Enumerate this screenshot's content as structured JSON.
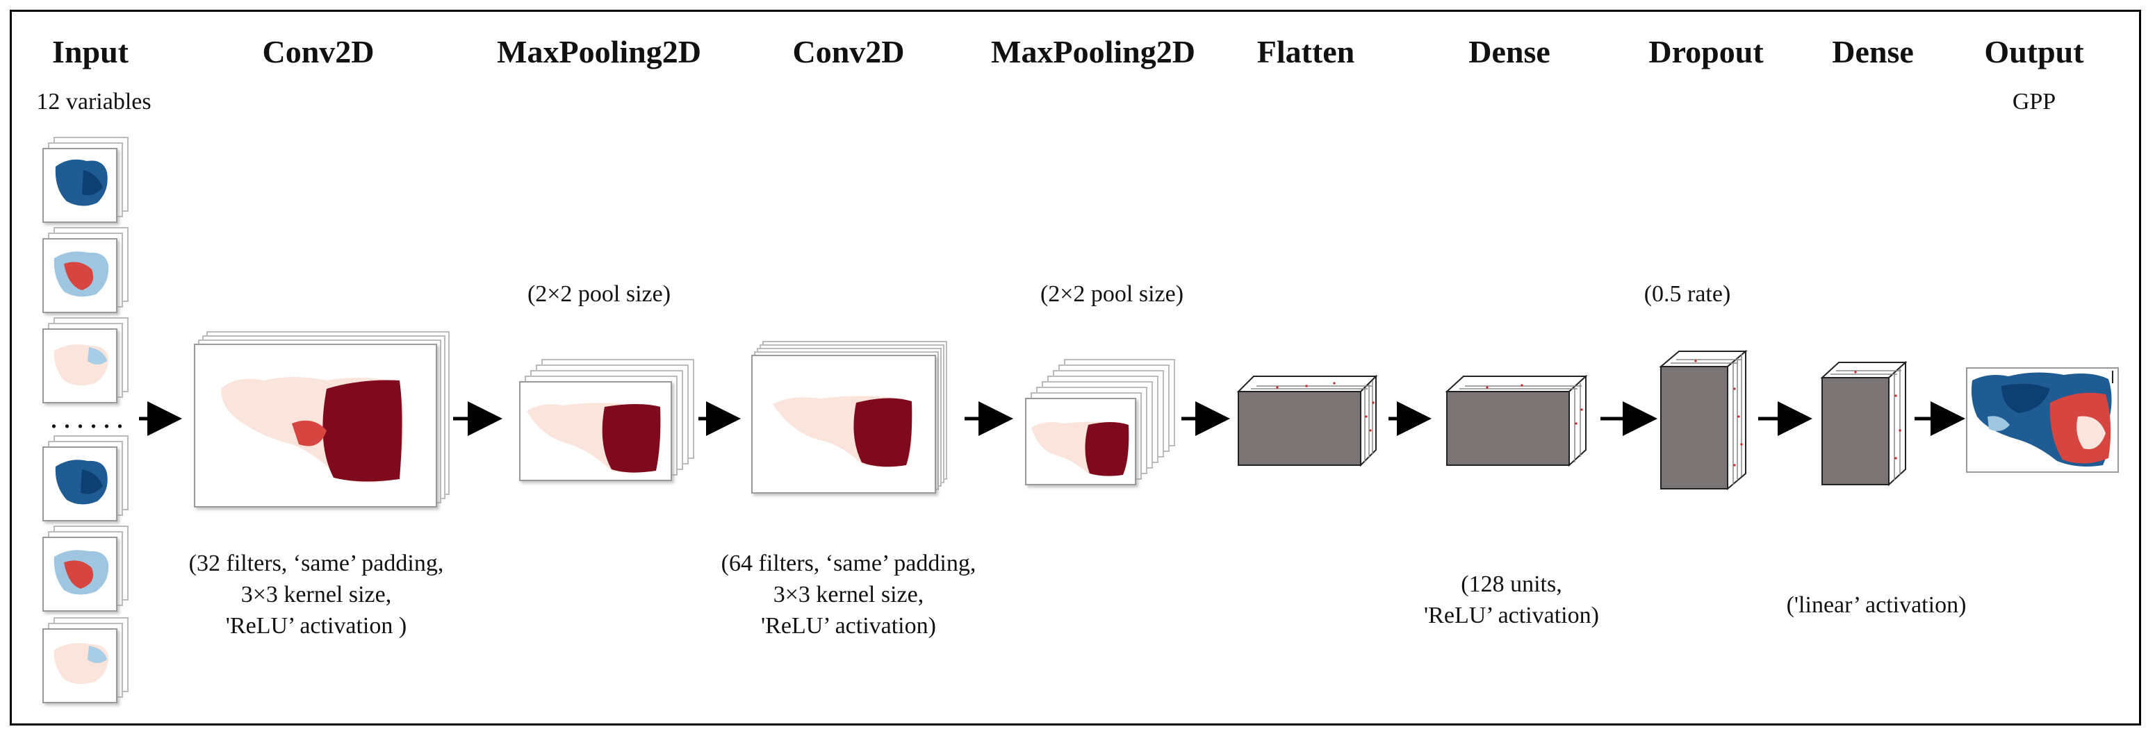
{
  "headers": {
    "input": "Input",
    "conv2d_1": "Conv2D",
    "maxpool_1": "MaxPooling2D",
    "conv2d_2": "Conv2D",
    "maxpool_2": "MaxPooling2D",
    "flatten": "Flatten",
    "dense_1": "Dense",
    "dropout": "Dropout",
    "dense_2": "Dense",
    "output": "Output"
  },
  "input_subtitle": "12 variables",
  "output_subtitle": "GPP",
  "ellipsis": "......",
  "notes": {
    "maxpool_1": "(2×2 pool size)",
    "maxpool_2": "(2×2 pool size)",
    "dropout": "(0.5 rate)",
    "conv2d_1": [
      "(32 filters, ‘same’ padding,",
      "3×3 kernel size,",
      "'ReLU’ activation )"
    ],
    "conv2d_2": [
      "(64 filters, ‘same’ padding,",
      "3×3 kernel size,",
      "'ReLU’ activation)"
    ],
    "dense_1": [
      "(128 units,",
      "'ReLU’ activation)"
    ],
    "dense_2": [
      "('linear’ activation)"
    ]
  },
  "colors": {
    "map_dark_red": "#7f0a1d",
    "map_red": "#d6453f",
    "map_light": "#fbe4dc",
    "map_blue": "#1f5c94",
    "map_dark_blue": "#0e3f73",
    "block_face": "#7a7474",
    "arrow": "#000000"
  }
}
